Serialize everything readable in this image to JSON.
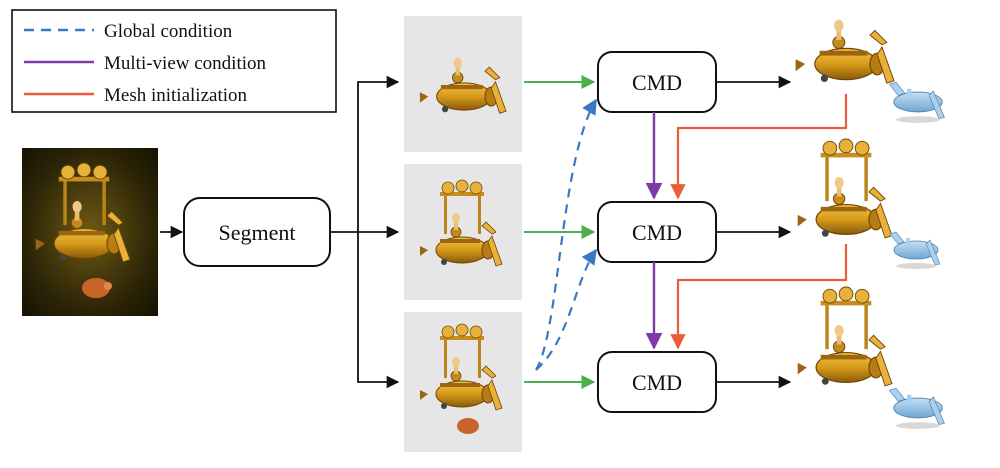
{
  "legend": {
    "items": [
      {
        "label": "Global condition",
        "style": "dashed",
        "color": "#3b78c2"
      },
      {
        "label": "Multi-view condition",
        "style": "solid",
        "color": "#7e3aa6"
      },
      {
        "label": "Mesh initialization",
        "style": "solid",
        "color": "#ea5f3a"
      }
    ]
  },
  "nodes": {
    "segment": "Segment",
    "cmd_top": "CMD",
    "cmd_mid": "CMD",
    "cmd_bot": "CMD"
  },
  "colors": {
    "arrow": "#111111",
    "green": "#4caf50",
    "purple": "#7e3aa6",
    "orange": "#ea5f3a",
    "blue": "#3b78c2",
    "gold": "#d79a1a",
    "mesh": "#8dc0e6",
    "input_bg": "#2a2306"
  },
  "icons": {
    "input": "airplane-input-image",
    "segmented": "segmented-airplane-image",
    "textured": "textured-airplane-render",
    "mesh": "blue-mesh-airplane-render"
  }
}
